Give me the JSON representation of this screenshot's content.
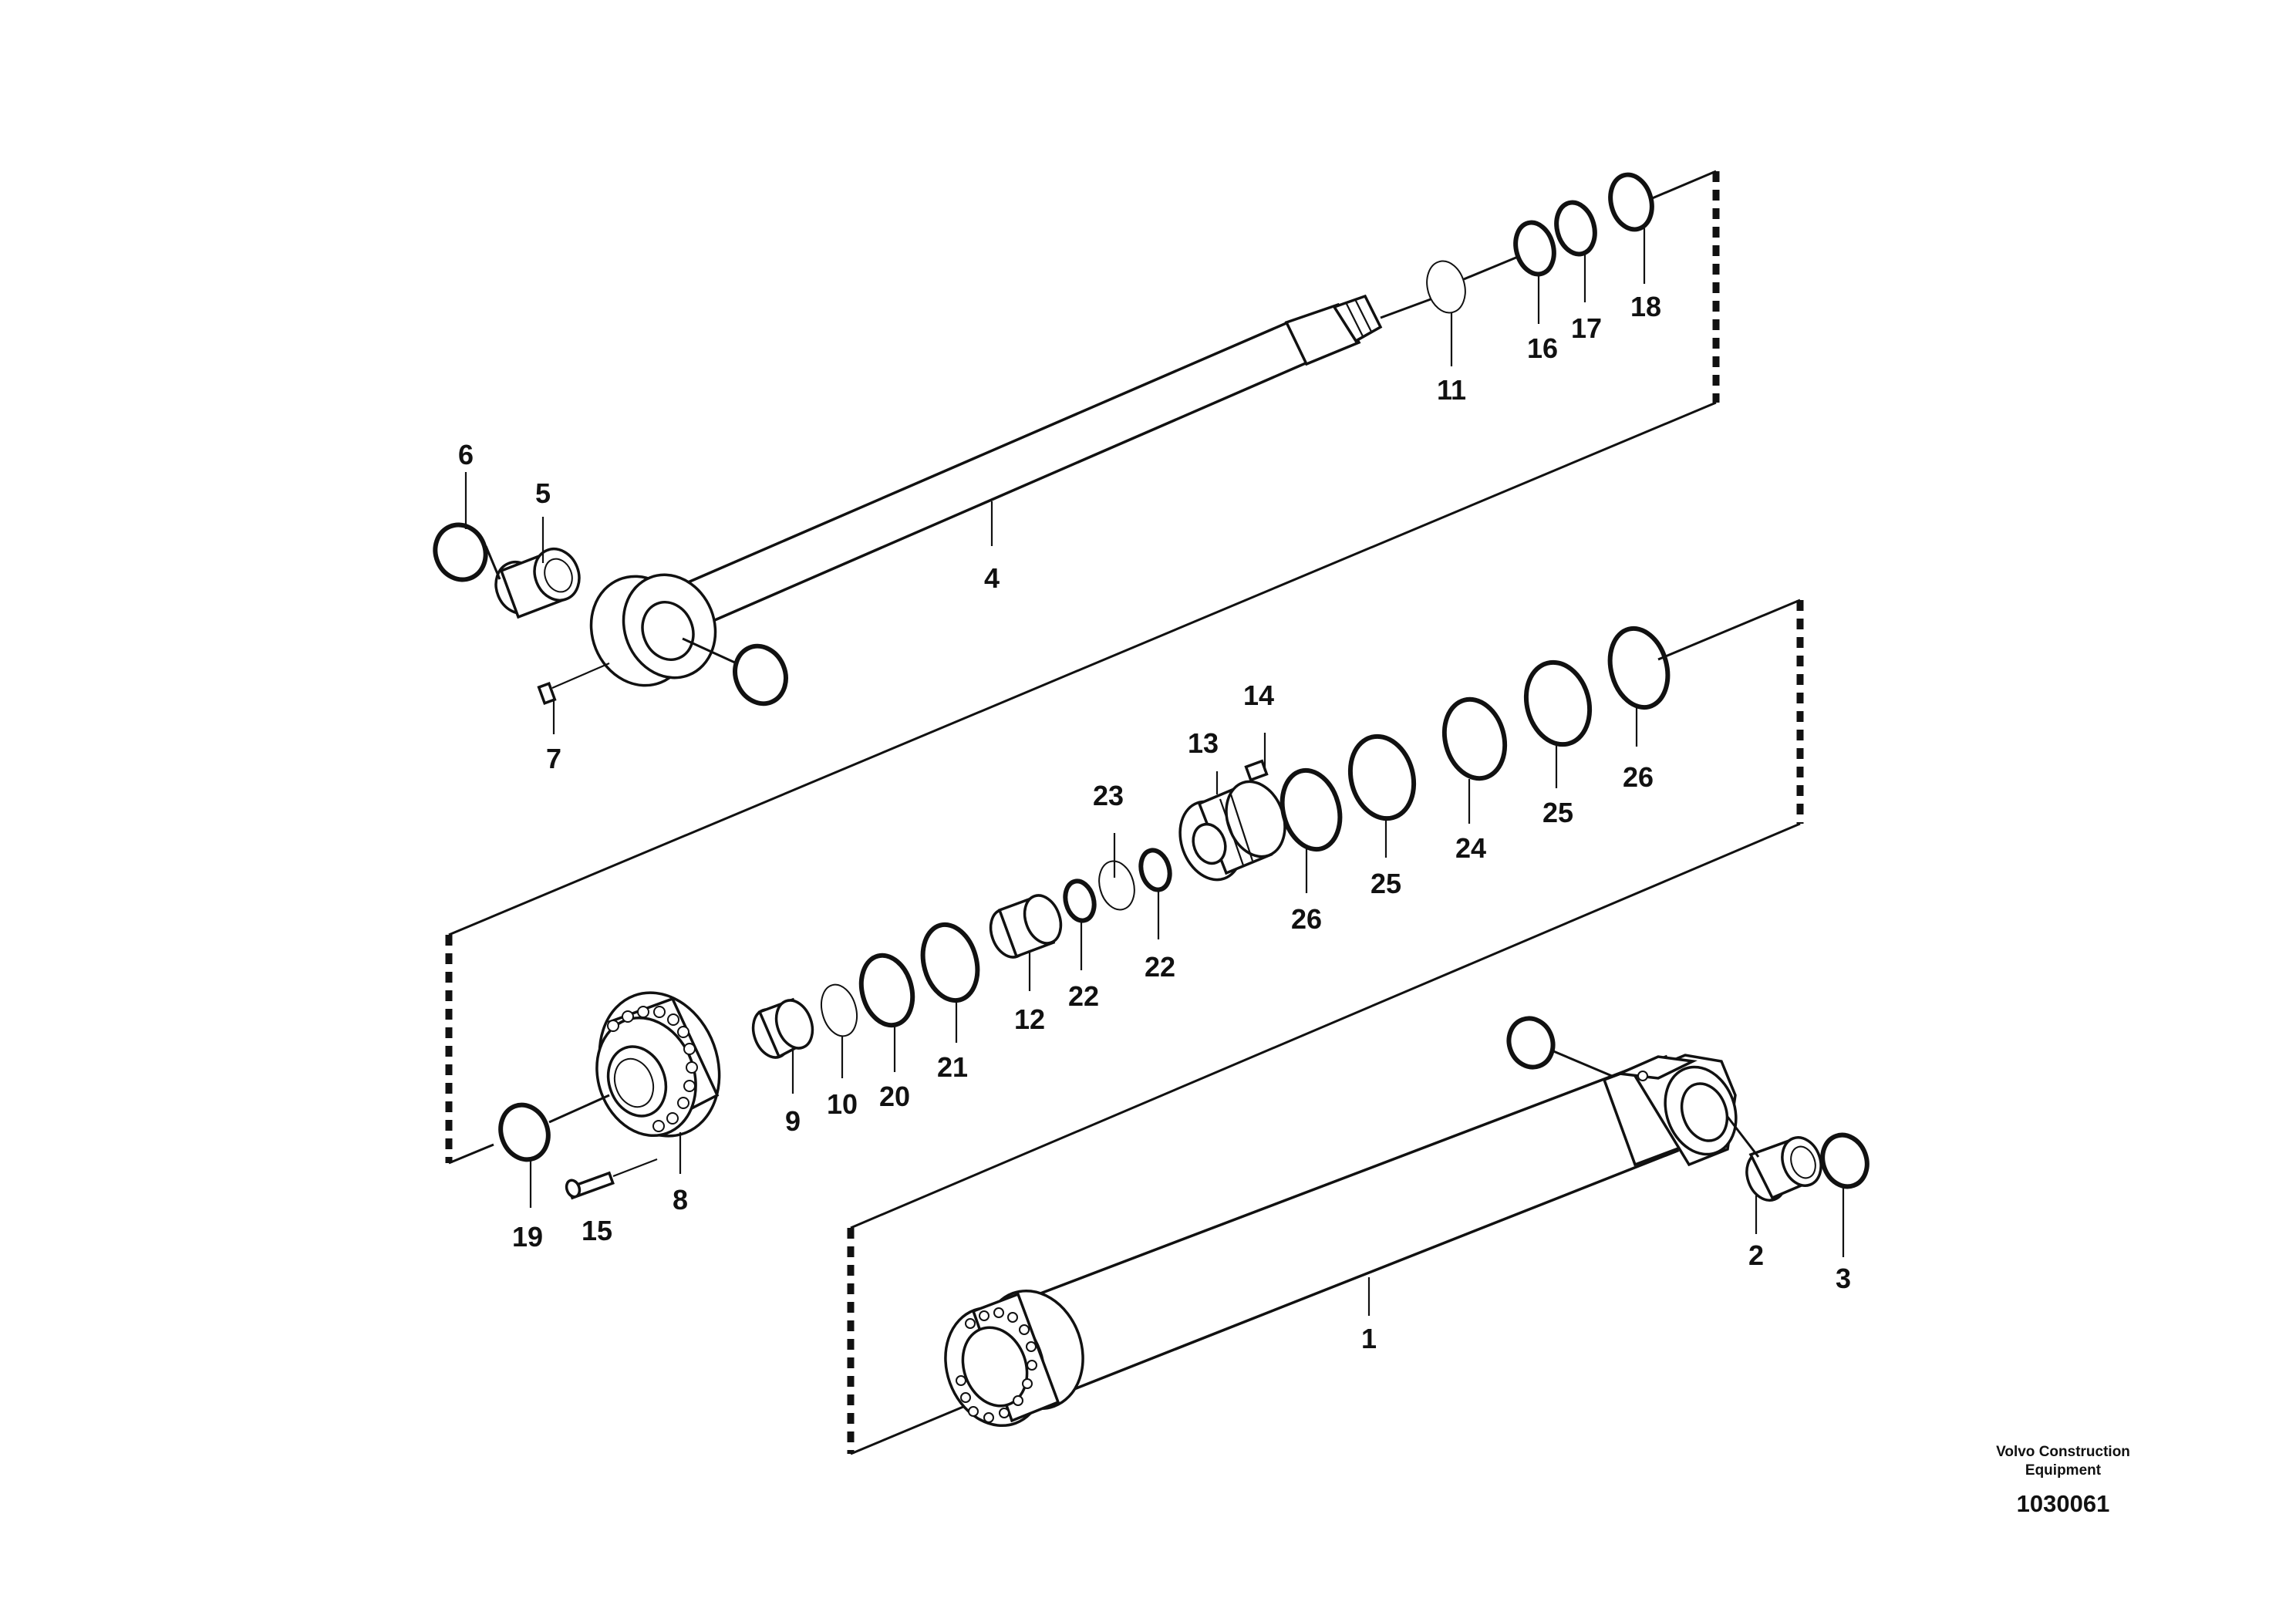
{
  "title": "",
  "callouts": {
    "c1": "1",
    "c2": "2",
    "c3": "3",
    "c4": "4",
    "c5": "5",
    "c6": "6",
    "c7": "7",
    "c8": "8",
    "c9": "9",
    "c10": "10",
    "c11": "11",
    "c12": "12",
    "c13": "13",
    "c14": "14",
    "c15": "15",
    "c16": "16",
    "c17": "17",
    "c18": "18",
    "c19": "19",
    "c20": "20",
    "c21": "21",
    "c22a": "22",
    "c22b": "22",
    "c23": "23",
    "c24": "24",
    "c25a": "25",
    "c25b": "25",
    "c26a": "26",
    "c26b": "26"
  },
  "footer": {
    "brand_line1": "Volvo Construction",
    "brand_line2": "Equipment",
    "doc_number": "1030061"
  },
  "colors": {
    "ink": "#111111",
    "paper": "#ffffff"
  }
}
